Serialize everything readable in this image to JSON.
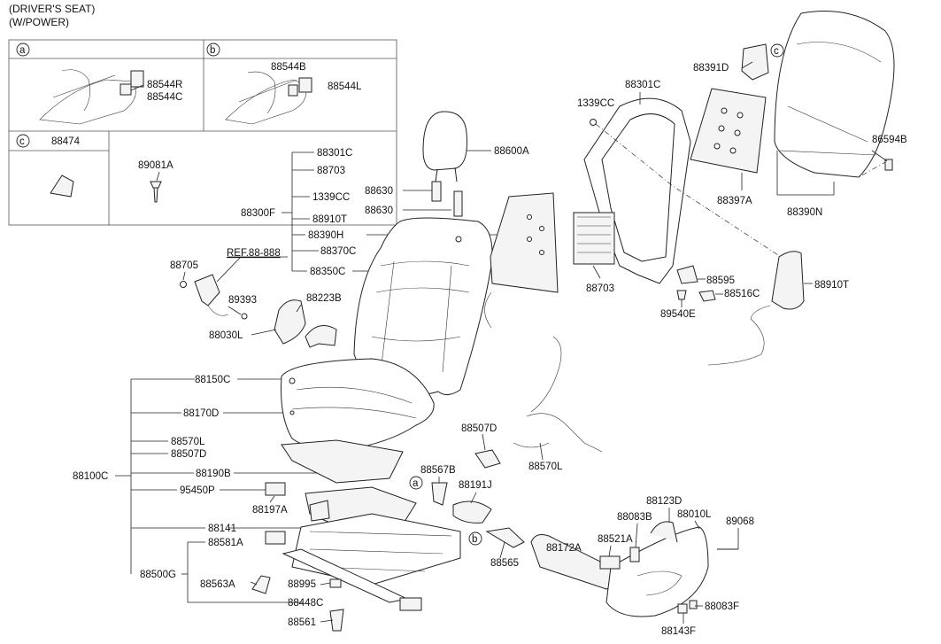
{
  "header": {
    "line1": "(DRIVER'S SEAT)",
    "line2": "(W/POWER)"
  },
  "inset": {
    "a": "a",
    "b": "b",
    "c": "c"
  },
  "callouts": [
    "a",
    "b",
    "c"
  ],
  "labels": [
    {
      "text": "88544R"
    },
    {
      "text": "88544C"
    },
    {
      "text": "88544B"
    },
    {
      "text": "88544L"
    },
    {
      "text": "88474"
    },
    {
      "text": "89081A"
    },
    {
      "text": "88301C"
    },
    {
      "text": "88703"
    },
    {
      "text": "1339CC"
    },
    {
      "text": "88910T"
    },
    {
      "text": "88390H"
    },
    {
      "text": "88370C"
    },
    {
      "text": "88350C"
    },
    {
      "text": "88300F"
    },
    {
      "text": "88600A"
    },
    {
      "text": "88630"
    },
    {
      "text": "88630"
    },
    {
      "text": "REF.88-888"
    },
    {
      "text": "88705"
    },
    {
      "text": "89393"
    },
    {
      "text": "88223B"
    },
    {
      "text": "88030L"
    },
    {
      "text": "88301C"
    },
    {
      "text": "1339CC"
    },
    {
      "text": "88703"
    },
    {
      "text": "88391D"
    },
    {
      "text": "88397A"
    },
    {
      "text": "88390N"
    },
    {
      "text": "86594B"
    },
    {
      "text": "88595"
    },
    {
      "text": "88516C"
    },
    {
      "text": "89540E"
    },
    {
      "text": "88910T"
    },
    {
      "text": "88150C"
    },
    {
      "text": "88170D"
    },
    {
      "text": "88570L"
    },
    {
      "text": "88507D"
    },
    {
      "text": "88190B"
    },
    {
      "text": "88100C"
    },
    {
      "text": "95450P"
    },
    {
      "text": "88197A"
    },
    {
      "text": "88141"
    },
    {
      "text": "88581A"
    },
    {
      "text": "88500G"
    },
    {
      "text": "88563A"
    },
    {
      "text": "88995"
    },
    {
      "text": "88448C"
    },
    {
      "text": "88561"
    },
    {
      "text": "88507D"
    },
    {
      "text": "88570L"
    },
    {
      "text": "88567B"
    },
    {
      "text": "88191J"
    },
    {
      "text": "88565"
    },
    {
      "text": "88123D"
    },
    {
      "text": "88083B"
    },
    {
      "text": "88010L"
    },
    {
      "text": "89068"
    },
    {
      "text": "88172A"
    },
    {
      "text": "88521A"
    },
    {
      "text": "88083F"
    },
    {
      "text": "88143F"
    }
  ]
}
